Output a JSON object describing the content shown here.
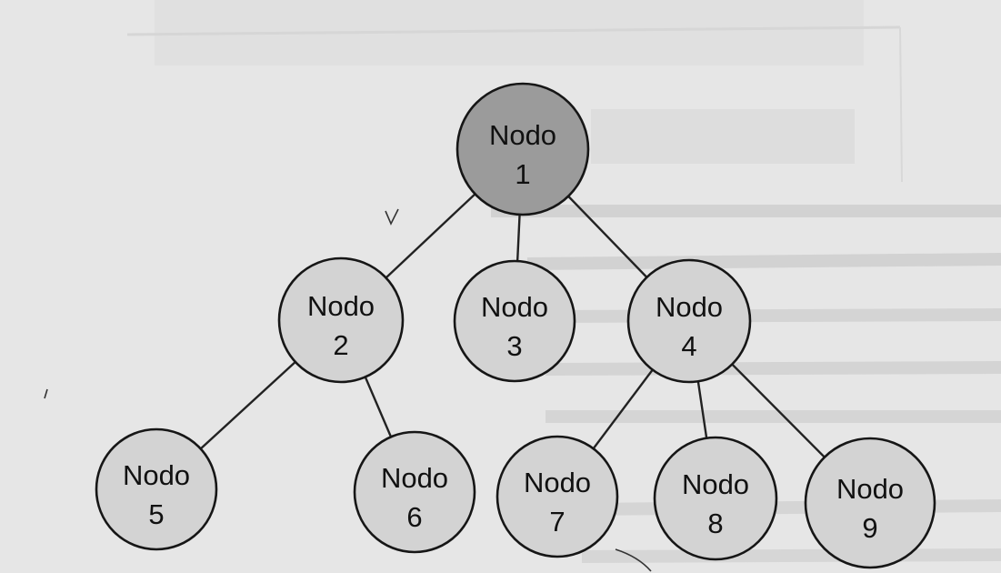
{
  "diagram": {
    "type": "tree",
    "colors": {
      "paper": "#e6e6e6",
      "root_fill": "#9b9b9b",
      "node_fill": "#d3d3d3",
      "stroke": "#161616"
    },
    "nodes": [
      {
        "id": "n1",
        "label": "Nodo",
        "number": "1",
        "fill": "#9b9b9b"
      },
      {
        "id": "n2",
        "label": "Nodo",
        "number": "2",
        "fill": "#d3d3d3"
      },
      {
        "id": "n3",
        "label": "Nodo",
        "number": "3",
        "fill": "#d3d3d3"
      },
      {
        "id": "n4",
        "label": "Nodo",
        "number": "4",
        "fill": "#d3d3d3"
      },
      {
        "id": "n5",
        "label": "Nodo",
        "number": "5",
        "fill": "#d3d3d3"
      },
      {
        "id": "n6",
        "label": "Nodo",
        "number": "6",
        "fill": "#d3d3d3"
      },
      {
        "id": "n7",
        "label": "Nodo",
        "number": "7",
        "fill": "#d3d3d3"
      },
      {
        "id": "n8",
        "label": "Nodo",
        "number": "8",
        "fill": "#d3d3d3"
      },
      {
        "id": "n9",
        "label": "Nodo",
        "number": "9",
        "fill": "#d3d3d3"
      }
    ],
    "edges": [
      {
        "from": "n1",
        "to": "n2"
      },
      {
        "from": "n1",
        "to": "n3"
      },
      {
        "from": "n1",
        "to": "n4"
      },
      {
        "from": "n2",
        "to": "n5"
      },
      {
        "from": "n2",
        "to": "n6"
      },
      {
        "from": "n4",
        "to": "n7"
      },
      {
        "from": "n4",
        "to": "n8"
      },
      {
        "from": "n4",
        "to": "n9"
      }
    ]
  }
}
